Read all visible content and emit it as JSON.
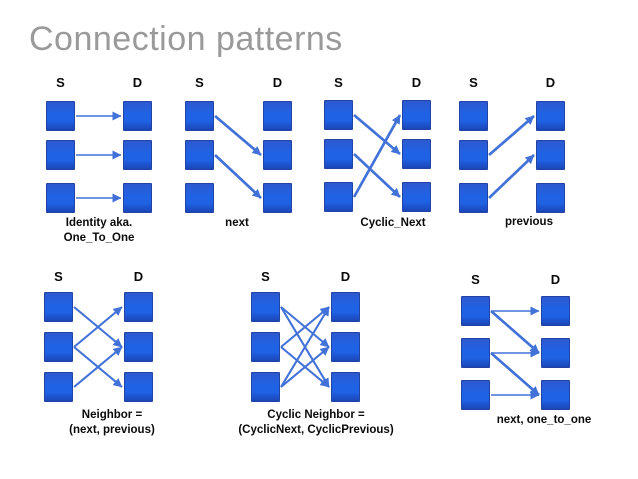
{
  "title": "Connection patterns",
  "colors": {
    "background": "#ffffff",
    "title": "#9a9a9a",
    "caption": "#0a0a0a",
    "node_top": "#2e59cf",
    "node_mid": "#2062e4",
    "node_bottom": "#1a46b8",
    "node_border": "#2243a4",
    "arrow": "#4272d8"
  },
  "diagrams": [
    {
      "name": "identity",
      "source_label": "S",
      "dest_label": "D",
      "nodes_per_column": 3,
      "caption_lines": [
        "Identity aka.",
        "One_To_One"
      ],
      "connections": [
        {
          "from": 1,
          "to": 1,
          "weight": "thin"
        },
        {
          "from": 2,
          "to": 2,
          "weight": "thin"
        },
        {
          "from": 3,
          "to": 3,
          "weight": "thin"
        }
      ]
    },
    {
      "name": "next",
      "source_label": "S",
      "dest_label": "D",
      "nodes_per_column": 3,
      "caption_lines": [
        "next"
      ],
      "connections": [
        {
          "from": 1,
          "to": 2,
          "weight": "thick"
        },
        {
          "from": 2,
          "to": 3,
          "weight": "thick"
        }
      ]
    },
    {
      "name": "cyclic-next",
      "source_label": "S",
      "dest_label": "D",
      "nodes_per_column": 3,
      "caption_lines": [
        "Cyclic_Next"
      ],
      "connections": [
        {
          "from": 1,
          "to": 2,
          "weight": "thick"
        },
        {
          "from": 2,
          "to": 3,
          "weight": "thick"
        },
        {
          "from": 3,
          "to": 1,
          "weight": "thick"
        }
      ]
    },
    {
      "name": "previous",
      "source_label": "S",
      "dest_label": "D",
      "nodes_per_column": 3,
      "caption_lines": [
        "previous"
      ],
      "connections": [
        {
          "from": 2,
          "to": 1,
          "weight": "thick"
        },
        {
          "from": 3,
          "to": 2,
          "weight": "thick"
        }
      ]
    },
    {
      "name": "neighbor",
      "source_label": "S",
      "dest_label": "D",
      "nodes_per_column": 3,
      "caption_lines": [
        "Neighbor =",
        "(next, previous)"
      ],
      "connections": [
        {
          "from": 1,
          "to": 2,
          "weight": "mid"
        },
        {
          "from": 2,
          "to": 1,
          "weight": "mid"
        },
        {
          "from": 2,
          "to": 3,
          "weight": "mid"
        },
        {
          "from": 3,
          "to": 2,
          "weight": "mid"
        }
      ]
    },
    {
      "name": "cyclic-neighbor",
      "source_label": "S",
      "dest_label": "D",
      "nodes_per_column": 3,
      "caption_lines": [
        "Cyclic Neighbor =",
        "(CyclicNext, CyclicPrevious)"
      ],
      "connections": [
        {
          "from": 1,
          "to": 2,
          "weight": "mid"
        },
        {
          "from": 1,
          "to": 3,
          "weight": "mid"
        },
        {
          "from": 2,
          "to": 1,
          "weight": "mid"
        },
        {
          "from": 2,
          "to": 3,
          "weight": "mid"
        },
        {
          "from": 3,
          "to": 1,
          "weight": "mid"
        },
        {
          "from": 3,
          "to": 2,
          "weight": "mid"
        }
      ]
    },
    {
      "name": "next-one-to-one",
      "source_label": "S",
      "dest_label": "D",
      "nodes_per_column": 3,
      "caption_lines": [
        "next, one_to_one"
      ],
      "connections": [
        {
          "from": 1,
          "to": 1,
          "weight": "thin"
        },
        {
          "from": 1,
          "to": 2,
          "weight": "thick"
        },
        {
          "from": 2,
          "to": 2,
          "weight": "thin"
        },
        {
          "from": 2,
          "to": 3,
          "weight": "thick"
        },
        {
          "from": 3,
          "to": 3,
          "weight": "thin"
        }
      ]
    }
  ]
}
